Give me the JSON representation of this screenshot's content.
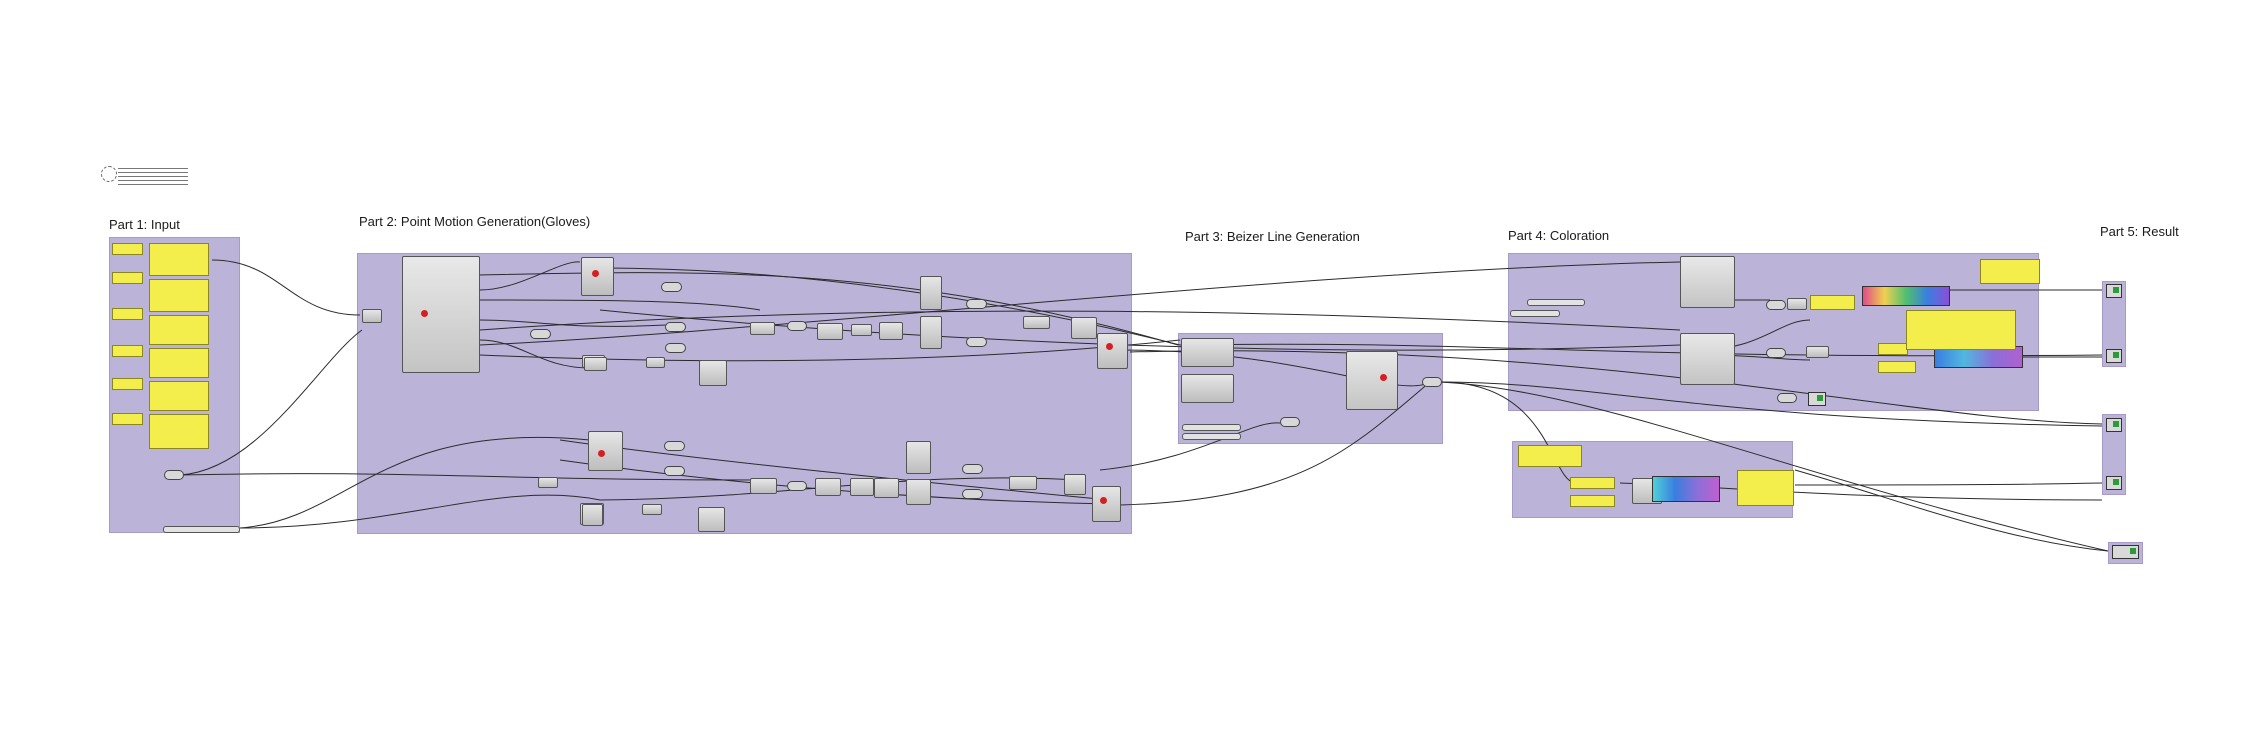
{
  "canvas_title": "Grasshopper Definition",
  "sections": {
    "part1": "Part 1: Input",
    "part2": "Part 2: Point Motion Generation(Gloves)",
    "part3": "Part 3: Beizer Line Generation",
    "part4": "Part 4: Coloration",
    "part5": "Part 5: Result"
  },
  "colors": {
    "group_fill": "#bcb3d9",
    "note_fill": "#f4ee4c",
    "wire": "#2b2b2b",
    "node_fill": "#cfcfcf"
  },
  "icons": [
    "logo-icon",
    "component-icon",
    "output-preview-icon"
  ]
}
